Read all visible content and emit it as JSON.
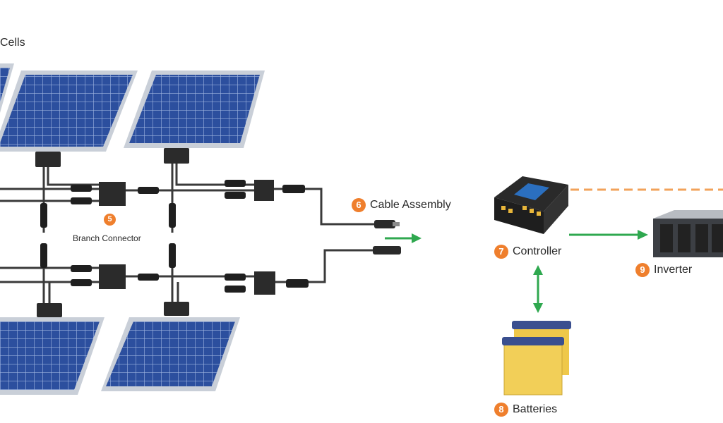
{
  "labels": {
    "cells": "Cells",
    "branch": {
      "num": "5",
      "text": "Branch Connector"
    },
    "cable": {
      "num": "6",
      "text": "Cable Assembly"
    },
    "controller": {
      "num": "7",
      "text": "Controller"
    },
    "batteries": {
      "num": "8",
      "text": "Batteries"
    },
    "inverter": {
      "num": "9",
      "text": "Inverter"
    }
  },
  "colors": {
    "panel": "#2c4f9e",
    "panel_frame": "#c9cfd8",
    "cable": "#3a3a3a",
    "arrow": "#2fa84f",
    "badge": "#ef7f2d",
    "dashed_line": "#f2a25a",
    "battery": "#efc84a",
    "battery_top": "#3a4f8f"
  }
}
